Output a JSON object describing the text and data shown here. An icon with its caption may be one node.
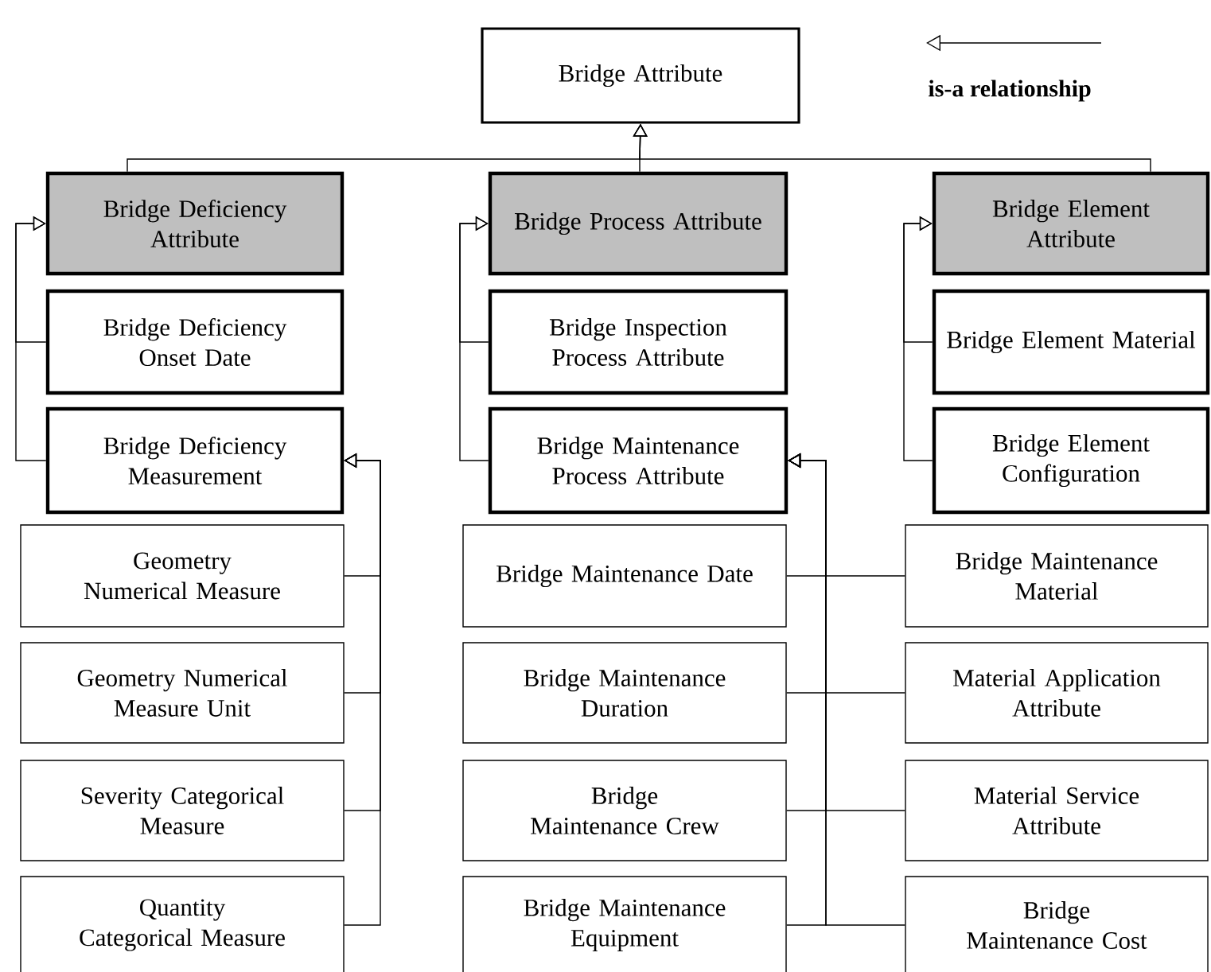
{
  "diagram": {
    "nodes": [
      {
        "text": [
          "Bridge Attribute"
        ]
      },
      {
        "text": [
          "Bridge Deficiency Attribute"
        ]
      },
      {
        "text": [
          "Bridge Process Attribute"
        ]
      },
      {
        "text": [
          "Bridge Element Attribute"
        ]
      },
      {
        "text": [
          "Bridge Deficiency Onset Date"
        ]
      },
      {
        "text": [
          "Bridge Deficiency Measurement"
        ]
      },
      {
        "text": [
          "Bridge Inspection Process Attribute"
        ]
      },
      {
        "text": [
          "Bridge Maintenance Process Attribute"
        ]
      },
      {
        "text": [
          "Bridge Element Material"
        ]
      },
      {
        "text": [
          "Bridge Element Configuration"
        ]
      },
      {
        "text": [
          "Geometry Numerical Measure"
        ]
      },
      {
        "text": [
          "Geometry Numerical Measure Unit"
        ]
      },
      {
        "text": [
          "Severity Categorical Measure"
        ]
      },
      {
        "text": [
          "Quantity Categorical Measure"
        ]
      },
      {
        "text": [
          "Bridge Maintenance Date"
        ]
      },
      {
        "text": [
          "Bridge Maintenance Duration"
        ]
      },
      {
        "text": [
          "Bridge Maintenance Crew"
        ]
      },
      {
        "text": [
          "Bridge Maintenance Equipment"
        ]
      },
      {
        "text": [
          "Bridge Maintenance Material"
        ]
      },
      {
        "text": [
          "Material Application Attribute"
        ]
      },
      {
        "text": [
          "Material Service Attribute"
        ]
      },
      {
        "text": [
          "Bridge Maintenance Cost"
        ]
      }
    ],
    "edges": [
      {
        "from": 1,
        "to": 0,
        "arrow": "to"
      },
      {
        "from": 2,
        "to": 0,
        "arrow": "to"
      },
      {
        "from": 3,
        "to": 0,
        "arrow": "to"
      },
      {
        "from": 4,
        "to": 1,
        "arrow": "to"
      },
      {
        "from": 5,
        "to": 1,
        "arrow": "to"
      },
      {
        "from": 6,
        "to": 2,
        "arrow": "to"
      },
      {
        "from": 7,
        "to": 2,
        "arrow": "to"
      },
      {
        "from": 8,
        "to": 3,
        "arrow": "to"
      },
      {
        "from": 9,
        "to": 3,
        "arrow": "to"
      },
      {
        "from": 10,
        "to": 5,
        "arrow": "to"
      },
      {
        "from": 11,
        "to": 5,
        "arrow": "to"
      },
      {
        "from": 12,
        "to": 5,
        "arrow": "to"
      },
      {
        "from": 13,
        "to": 5,
        "arrow": "to"
      },
      {
        "from": 14,
        "to": 7,
        "arrow": "to"
      },
      {
        "from": 15,
        "to": 7,
        "arrow": "to"
      },
      {
        "from": 16,
        "to": 7,
        "arrow": "to"
      },
      {
        "from": 17,
        "to": 7,
        "arrow": "to"
      },
      {
        "from": 18,
        "to": 7,
        "arrow": "to"
      },
      {
        "from": 19,
        "to": 7,
        "arrow": "to"
      },
      {
        "from": 20,
        "to": 7,
        "arrow": "to"
      },
      {
        "from": 21,
        "to": 7,
        "arrow": "to"
      }
    ],
    "legend": [
      {
        "text": "is-a relationship"
      }
    ]
  }
}
